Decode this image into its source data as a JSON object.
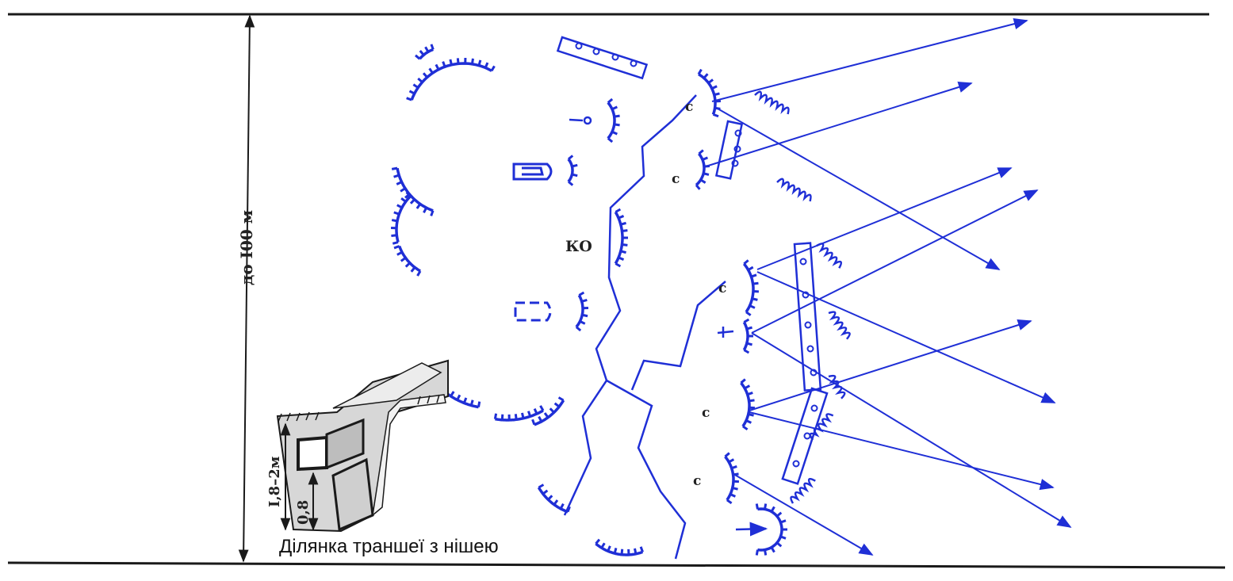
{
  "colors": {
    "ink_blue": "#1f2fd6",
    "ink_black": "#1a1a1a"
  },
  "labels": {
    "distance": "до I00 м",
    "command_post": "КО",
    "depth_total": "I,8–2м",
    "depth_niche": "0,8",
    "caption": "Ділянка траншеї з нішею"
  },
  "positions": {
    "soldier_letter": "с"
  }
}
